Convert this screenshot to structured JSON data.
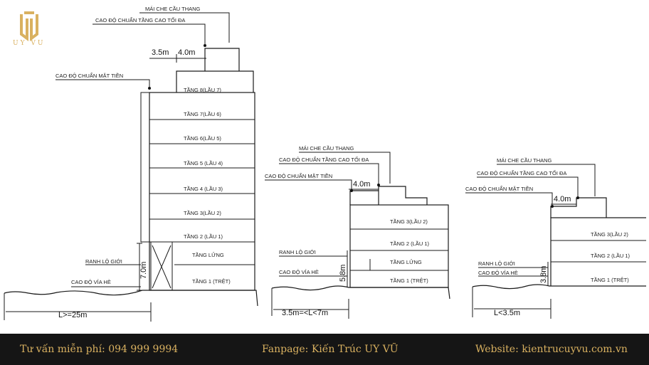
{
  "brand": {
    "name": "UY VU",
    "gold": "#d9b160"
  },
  "footer": {
    "consult": "Tư vấn miễn phí:  094 999 9994",
    "fanpage": "Fanpage: Kiến Trúc UY VŨ",
    "website": "Website: kientrucuyvu.com.vn"
  },
  "diagram1": {
    "roof_label": "MÁI CHE CẦU THANG",
    "max_height_label": "CAO ĐỘ CHUẨN TẦNG CAO TỐI ĐA",
    "facade_label": "CAO ĐỘ CHUẨN MẶT TIỀN",
    "setback_a": "3.5m",
    "setback_b": "4.0m",
    "floors": [
      "TẦNG 8(LẦU 7)",
      "TẦNG 7(LẦU 6)",
      "TẦNG 6(LẦU 5)",
      "TẦNG 5 (LẦU 4)",
      "TẦNG 4 (LẦU 3)",
      "TẦNG 3(LẦU 2)",
      "TẦNG 2 (LẦU 1)",
      "TẦNG LỬNG",
      "TẦNG 1 (TRỆT)"
    ],
    "boundary_label": "RANH LỘ GIỚI",
    "sidewalk_label": "CAO ĐỘ VỈA HÈ",
    "ground_height": "7.0m",
    "width_label": "L>=25m"
  },
  "diagram2": {
    "roof_label": "MÁI CHE CẦU THANG",
    "max_height_label": "CAO ĐỘ CHUẨN TẦNG CAO TỐI ĐA",
    "facade_label": "CAO ĐỘ CHUẨN MẶT TIỀN",
    "setback": "4.0m",
    "floors": [
      "TẦNG 3(LẦU 2)",
      "TẦNG 2 (LẦU 1)",
      "TẦNG LỬNG",
      "TẦNG 1 (TRỆT)"
    ],
    "boundary_label": "RANH LỘ GIỚI",
    "sidewalk_label": "CAO ĐỘ VỈA HÈ",
    "ground_height": "5.8m",
    "width_label": "3.5m=<L<7m"
  },
  "diagram3": {
    "roof_label": "MÁI CHE CẦU THANG",
    "max_height_label": "CAO ĐỘ CHUẨN TẦNG CAO TỐI ĐA",
    "facade_label": "CAO ĐỘ CHUẨN MẶT TIỀN",
    "setback": "4.0m",
    "floors": [
      "TẦNG 3(LẦU 2)",
      "TẦNG 2 (LẦU 1)",
      "TẦNG 1 (TRỆT)"
    ],
    "boundary_label": "RANH LỘ GIỚI",
    "sidewalk_label": "CAO ĐỘ VỈA HÈ",
    "ground_height": "3.8m",
    "width_label": "L<3.5m"
  }
}
